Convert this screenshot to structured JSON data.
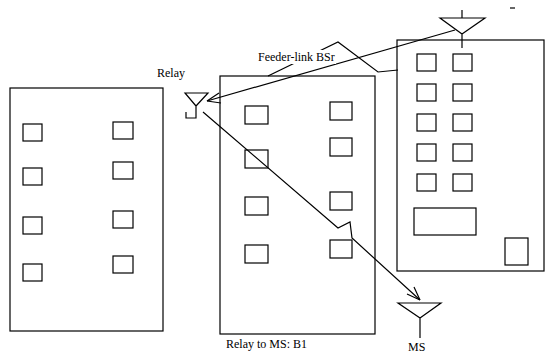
{
  "diagram": {
    "labels": [
      "Relay",
      "Feeder-link BSr",
      "Relay to MS: B1",
      "MS"
    ]
  }
}
